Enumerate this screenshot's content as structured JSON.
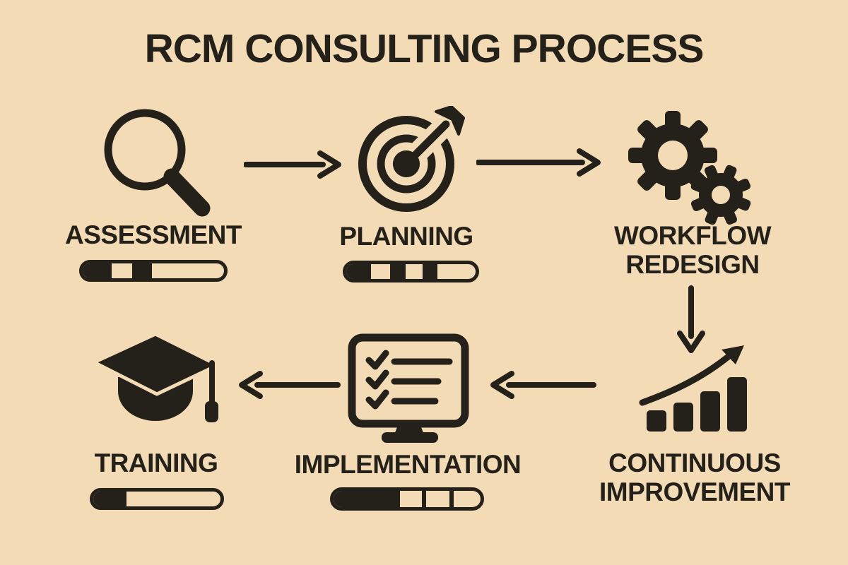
{
  "title": "RCM CONSULTING PROCESS",
  "colors": {
    "background": "#f3dcb5",
    "ink": "#24201a"
  },
  "steps": [
    {
      "id": "assessment",
      "label_lines": [
        "ASSESSMENT"
      ],
      "icon": "magnifier-icon",
      "progress_segments": [
        [
          0,
          0.205
        ],
        [
          0.348,
          0.143
        ]
      ]
    },
    {
      "id": "planning",
      "label_lines": [
        "PLANNING"
      ],
      "icon": "target-arrow-icon",
      "progress_segments": [
        [
          0,
          0.193
        ],
        [
          0.338,
          0.12
        ],
        [
          0.588,
          0.115
        ]
      ]
    },
    {
      "id": "workflow-redesign",
      "label_lines": [
        "WORKFLOW",
        "REDESIGN"
      ],
      "icon": "gears-icon",
      "progress_segments": null
    },
    {
      "id": "continuous-improvement",
      "label_lines": [
        "CONTINUOUS",
        "IMPROVEMENT"
      ],
      "icon": "growth-chart-icon",
      "progress_segments": null
    },
    {
      "id": "implementation",
      "label_lines": [
        "IMPLEMENTATION"
      ],
      "icon": "monitor-checklist-icon",
      "progress_segments": [
        [
          0,
          0.45
        ],
        [
          0.6,
          0.032
        ],
        [
          0.787,
          0.03
        ]
      ]
    },
    {
      "id": "training",
      "label_lines": [
        "TRAINING"
      ],
      "icon": "graduation-cap-icon",
      "progress_segments": [
        [
          0,
          0.26
        ]
      ]
    }
  ]
}
